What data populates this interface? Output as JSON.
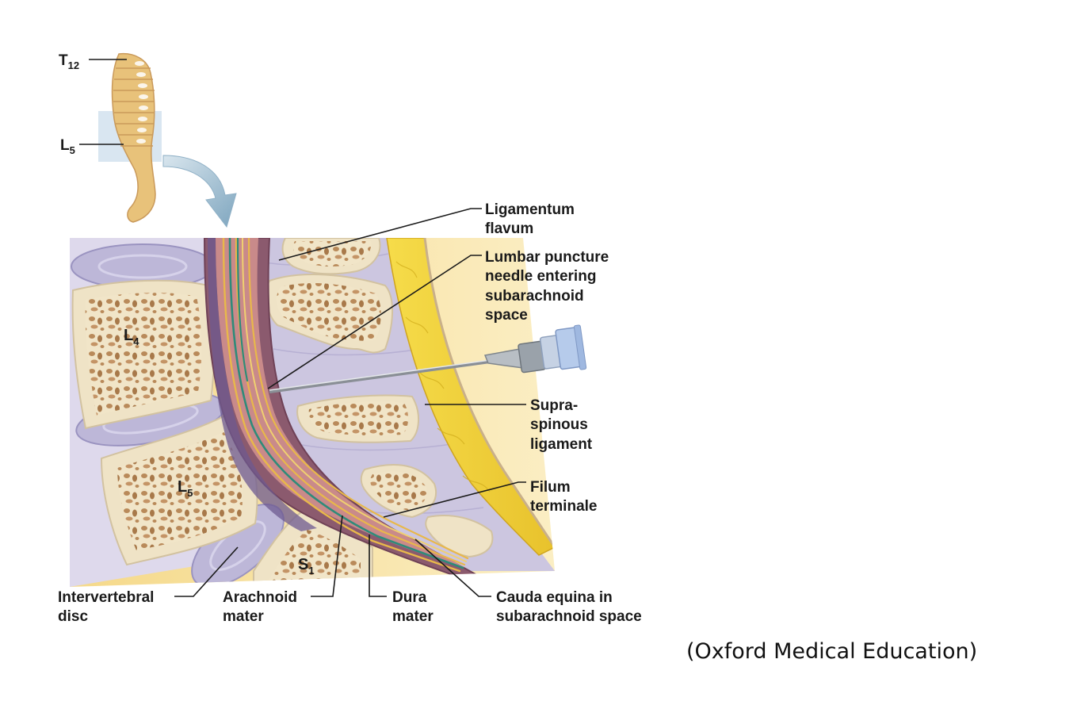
{
  "vertebra_markers": {
    "t12": {
      "main": "T",
      "sub": "12"
    },
    "l5": {
      "main": "L",
      "sub": "5"
    }
  },
  "vertebra_labels": {
    "l4": {
      "main": "L",
      "sub": "4"
    },
    "l5": {
      "main": "L",
      "sub": "5"
    },
    "s1": {
      "main": "S",
      "sub": "1"
    }
  },
  "labels": {
    "ligamentum_flavum": [
      "Ligamentum",
      "flavum"
    ],
    "lumbar_needle": [
      "Lumbar puncture",
      "needle entering",
      "subarachnoid",
      "space"
    ],
    "supraspinous": [
      "Supra-",
      "spinous",
      "ligament"
    ],
    "filum_terminale": [
      "Filum",
      "terminale"
    ],
    "cauda_equina": [
      "Cauda equina in",
      "subarachnoid space"
    ],
    "dura_mater": [
      "Dura",
      "mater"
    ],
    "arachnoid_mater": [
      "Arachnoid",
      "mater"
    ],
    "intervertebral_disc": [
      "Intervertebral",
      "disc"
    ]
  },
  "credit": "(Oxford Medical Education)",
  "colors": {
    "bone_cortex": "#efe3c6",
    "bone_spongy": "#b98a5a",
    "disc": "#bdb7d8",
    "dura": "#8b5a6e",
    "arachnoid": "#c98a8a",
    "nerve_yellow": "#e8b84a",
    "nerve_green": "#2e8b7a",
    "fat": "#f2d43a",
    "background_gold": "#f5d98a"
  }
}
